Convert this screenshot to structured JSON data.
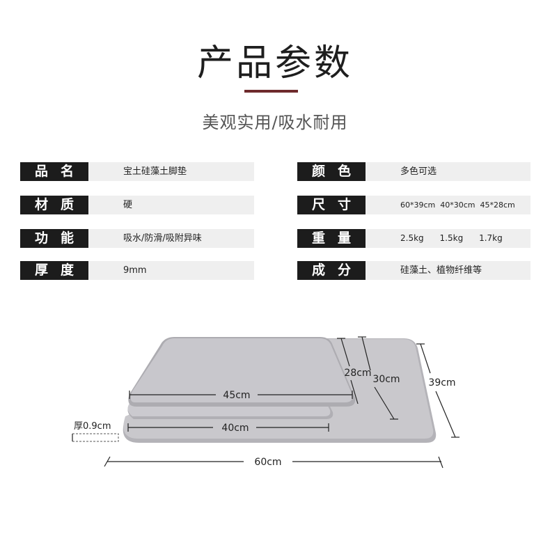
{
  "header": {
    "title": "产品参数",
    "subtitle": "美观实用/吸水耐用",
    "accent_color": "#6e2a2c"
  },
  "specs": {
    "left": [
      {
        "label": "品名",
        "value": "宝土硅藻土脚垫"
      },
      {
        "label": "材质",
        "value": "硬"
      },
      {
        "label": "功能",
        "value": "吸水/防滑/吸附异味"
      },
      {
        "label": "厚度",
        "value": "9mm"
      }
    ],
    "right": [
      {
        "label": "颜色",
        "value": "多色可选"
      },
      {
        "label": "尺寸",
        "value": "60*39cm  40*30cm  45*28cm"
      },
      {
        "label": "重量",
        "value": "2.5kg      1.5kg      1.7kg"
      },
      {
        "label": "成分",
        "value": "硅藻土、植物纤维等"
      }
    ]
  },
  "diagram": {
    "mat_color": "#c6c5c9",
    "labels": {
      "w45": "45cm",
      "w40": "40cm",
      "w60": "60cm",
      "h28": "28cm",
      "h30": "30cm",
      "h39": "39cm",
      "thickness": "厚0.9cm"
    }
  }
}
